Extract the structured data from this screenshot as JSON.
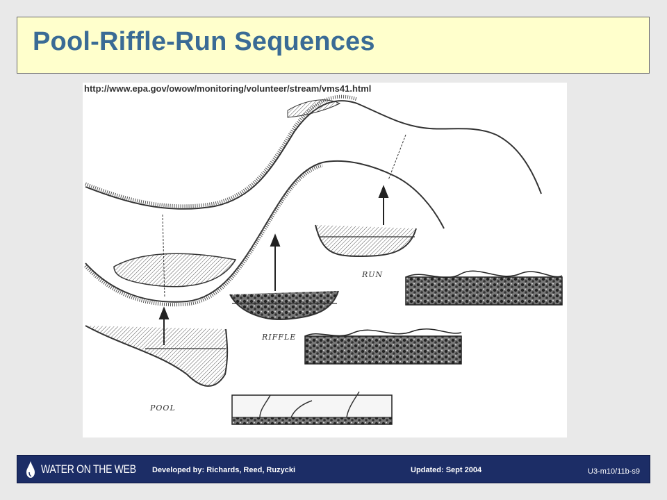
{
  "slide": {
    "title": "Pool-Riffle-Run Sequences"
  },
  "figure": {
    "source_url": "http://www.epa.gov/owow/monitoring/volunteer/stream/vms41.html",
    "labels": {
      "run": "RUN",
      "riffle": "RIFFLE",
      "pool": "POOL"
    }
  },
  "footer": {
    "logo_text": "WATER ON THE WEB",
    "developed_by": "Developed by: Richards, Reed, Ruzycki",
    "updated": "Updated: Sept 2004",
    "slide_id": "U3-m10/11b-s9"
  },
  "colors": {
    "background": "#e9e9e9",
    "title_box": "#ffffcc",
    "title_text": "#3a6b95",
    "footer": "#1c2d66"
  }
}
